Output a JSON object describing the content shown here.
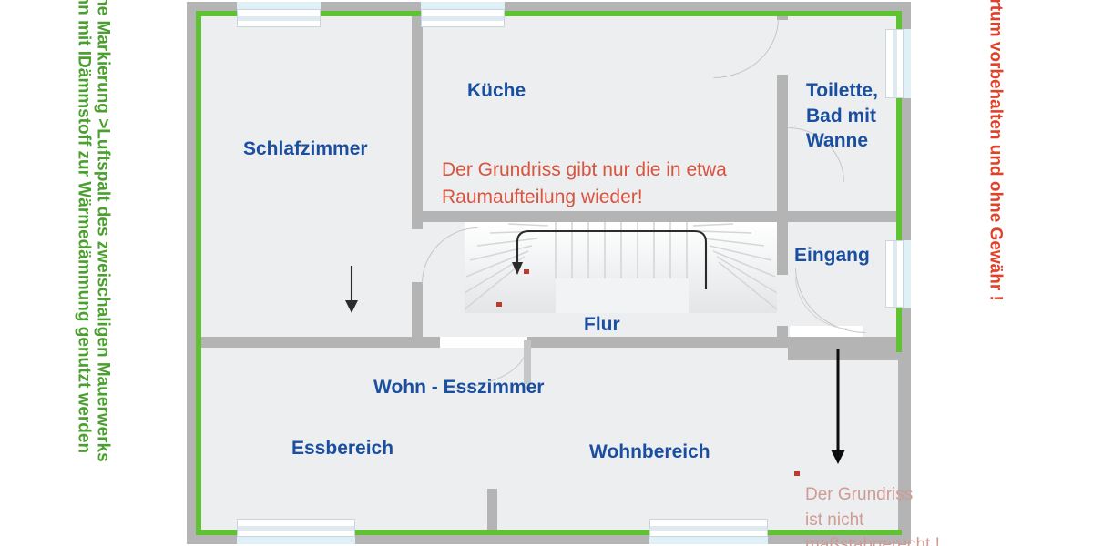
{
  "notes": {
    "left_line1": "Grüne Markierung >Luftspalt des zweischaligen Mauerwerks",
    "left_line2": ">kann mit IDämmstoff zur Wärmedämmung genutzt werden",
    "right": "Irrtum vorbehalten und ohne Gewähr !",
    "center_line1": "Der Grundriss gibt nur die in etwa",
    "center_line2": "Raumaufteilung wieder!",
    "faint_line1": "Der Grundriss",
    "faint_line2": "ist nicht",
    "faint_line3": "maßstabgerecht !"
  },
  "rooms": {
    "schlafzimmer": "Schlafzimmer",
    "kueche": "Küche",
    "bad": "Toilette,\nBad mit\nWanne",
    "bad_l1": "Toilette,",
    "bad_l2": "Bad mit",
    "bad_l3": "Wanne",
    "eingang": "Eingang",
    "flur": "Flur",
    "wohn_esszimmer": "Wohn - Esszimmer",
    "essbereich": "Essbereich",
    "wohnbereich": "Wohnbereich"
  },
  "colors": {
    "green_marking": "#5fc231",
    "wall": "#b4b4b4",
    "floor": "#eceef0",
    "room_label": "#1a4fa0",
    "red_note": "#d9543f",
    "right_note": "#e0412a",
    "faint_note": "#cf9b94",
    "window_glass": "#dff0f7"
  },
  "icons": {
    "down_arrow": "down-arrow-icon",
    "stair_direction_arrow": "stair-direction-arrow-icon",
    "red_marker": "red-marker-icon"
  }
}
